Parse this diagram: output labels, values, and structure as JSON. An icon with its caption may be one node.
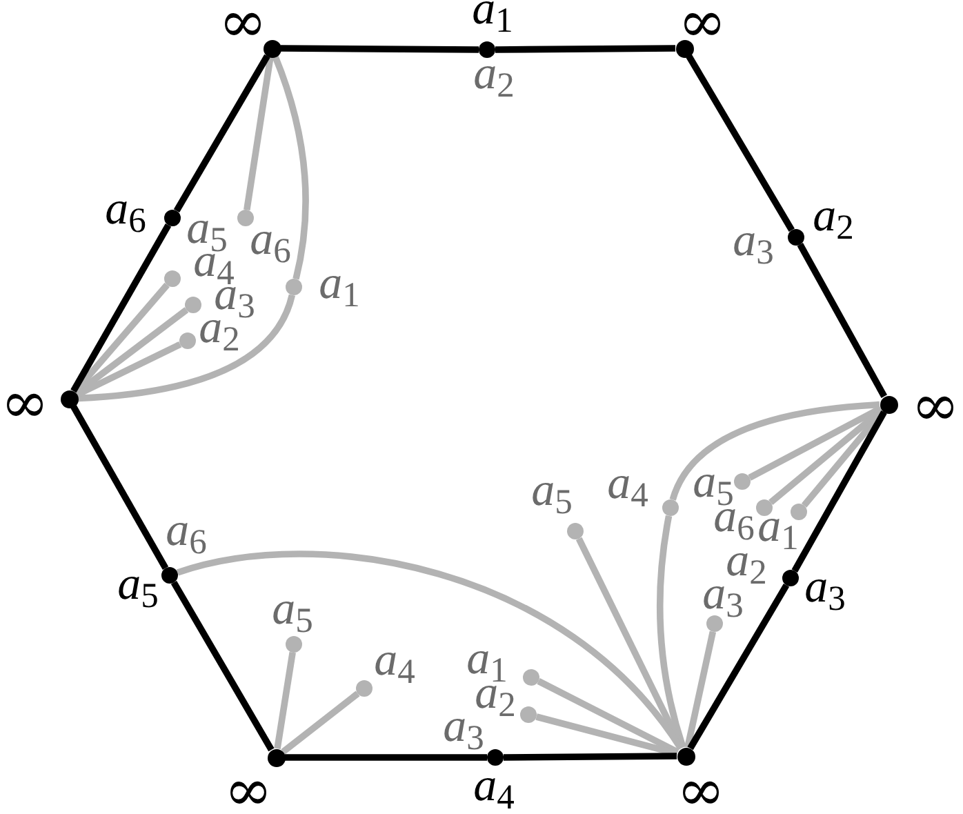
{
  "diagram": {
    "nodes": [
      {
        "text": [],
        "shape": "circle",
        "beside": [
          "∞"
        ]
      },
      {
        "text": [],
        "shape": "circle",
        "beside": [
          "*a*$_{1}$",
          "*a*$_{2}$"
        ]
      },
      {
        "text": [],
        "shape": "circle",
        "beside": [
          "∞"
        ]
      },
      {
        "text": [],
        "shape": "circle",
        "beside": [
          "*a*$_{6}$",
          "*a*$_{5}$"
        ]
      },
      {
        "text": [],
        "shape": "circle",
        "beside": [
          "*a*$_{6}$"
        ]
      },
      {
        "text": [],
        "shape": "circle",
        "beside": [
          "*a*$_{2}$",
          "*a*$_{3}$"
        ]
      },
      {
        "text": [],
        "shape": "circle",
        "beside": [
          "*a*$_{4}$"
        ]
      },
      {
        "text": [],
        "shape": "circle",
        "beside": [
          "*a*$_{1}$"
        ]
      },
      {
        "text": [],
        "shape": "circle",
        "beside": [
          "*a*$_{3}$"
        ]
      },
      {
        "text": [],
        "shape": "circle",
        "beside": [
          "*a*$_{2}$"
        ]
      },
      {
        "text": [],
        "shape": "circle",
        "beside": [
          "∞"
        ]
      },
      {
        "text": [],
        "shape": "circle",
        "beside": [
          "∞"
        ]
      },
      {
        "text": [],
        "shape": "circle",
        "beside": [
          "*a*$_{5}$"
        ]
      },
      {
        "text": [],
        "shape": "circle",
        "beside": [
          "*a*$_{4}$"
        ]
      },
      {
        "text": [],
        "shape": "circle",
        "beside": [
          "*a*$_{6}$"
        ]
      },
      {
        "text": [],
        "shape": "circle",
        "beside": [
          "*a*$_{1}$"
        ]
      },
      {
        "text": [],
        "shape": "circle",
        "beside": [
          "*a*$_{5}$"
        ]
      },
      {
        "text": [],
        "shape": "circle",
        "beside": [
          "*a*$_{5}$",
          "*a*$_{6}$"
        ]
      },
      {
        "text": [],
        "shape": "circle",
        "beside": [
          "*a*$_{3}$",
          "*a*$_{2}$"
        ]
      },
      {
        "text": [],
        "shape": "circle",
        "beside": [
          "*a*$_{3}$"
        ]
      },
      {
        "text": [],
        "shape": "circle",
        "beside": [
          "*a*$_{5}$"
        ]
      },
      {
        "text": [],
        "shape": "circle",
        "beside": [
          "*a*$_{1}$"
        ]
      },
      {
        "text": [],
        "shape": "circle",
        "beside": [
          "*a*$_{4}$"
        ]
      },
      {
        "text": [],
        "shape": "circle",
        "beside": [
          "*a*$_{2}$"
        ]
      },
      {
        "text": [],
        "shape": "circle",
        "beside": [
          "∞"
        ]
      },
      {
        "text": [],
        "shape": "circle",
        "beside": [
          "*a*$_{4}$",
          "*a*$_{3}$"
        ]
      },
      {
        "text": [],
        "shape": "circle",
        "beside": [
          "∞"
        ]
      }
    ],
    "edges": [
      {
        "from": 0,
        "to": 1,
        "arrow": "none",
        "color": "#000000"
      },
      {
        "from": 1,
        "to": 2,
        "arrow": "none",
        "color": "#000000"
      },
      {
        "from": 2,
        "to": 5,
        "arrow": "none",
        "color": "#000000"
      },
      {
        "from": 5,
        "to": 11,
        "arrow": "none",
        "color": "#000000"
      },
      {
        "from": 11,
        "to": 18,
        "arrow": "none",
        "color": "#000000"
      },
      {
        "from": 18,
        "to": 26,
        "arrow": "none",
        "color": "#000000"
      },
      {
        "from": 26,
        "to": 25,
        "arrow": "none",
        "color": "#000000"
      },
      {
        "from": 25,
        "to": 24,
        "arrow": "none",
        "color": "#000000"
      },
      {
        "from": 24,
        "to": 17,
        "arrow": "none",
        "color": "#000000"
      },
      {
        "from": 17,
        "to": 10,
        "arrow": "none",
        "color": "#000000"
      },
      {
        "from": 10,
        "to": 3,
        "arrow": "none",
        "color": "#000000"
      },
      {
        "from": 3,
        "to": 0,
        "arrow": "none",
        "color": "#000000"
      },
      {
        "from": 0,
        "to": 4,
        "arrow": "none"
      },
      {
        "from": 0,
        "to": 7,
        "arrow": "none"
      },
      {
        "from": 7,
        "to": 10,
        "arrow": "none"
      },
      {
        "from": 10,
        "to": 6,
        "arrow": "none"
      },
      {
        "from": 10,
        "to": 8,
        "arrow": "none"
      },
      {
        "from": 10,
        "to": 9,
        "arrow": "none"
      },
      {
        "from": 11,
        "to": 12,
        "arrow": "none"
      },
      {
        "from": 11,
        "to": 13,
        "arrow": "none"
      },
      {
        "from": 13,
        "to": 26,
        "arrow": "none"
      },
      {
        "from": 11,
        "to": 14,
        "arrow": "none"
      },
      {
        "from": 11,
        "to": 15,
        "arrow": "none"
      },
      {
        "from": 26,
        "to": 16,
        "arrow": "none"
      },
      {
        "from": 26,
        "to": 19,
        "arrow": "none"
      },
      {
        "from": 26,
        "to": 21,
        "arrow": "none"
      },
      {
        "from": 26,
        "to": 23,
        "arrow": "none"
      },
      {
        "from": 17,
        "to": 26,
        "arrow": "none"
      },
      {
        "from": 24,
        "to": 20,
        "arrow": "none"
      },
      {
        "from": 24,
        "to": 22,
        "arrow": "none"
      }
    ]
  }
}
